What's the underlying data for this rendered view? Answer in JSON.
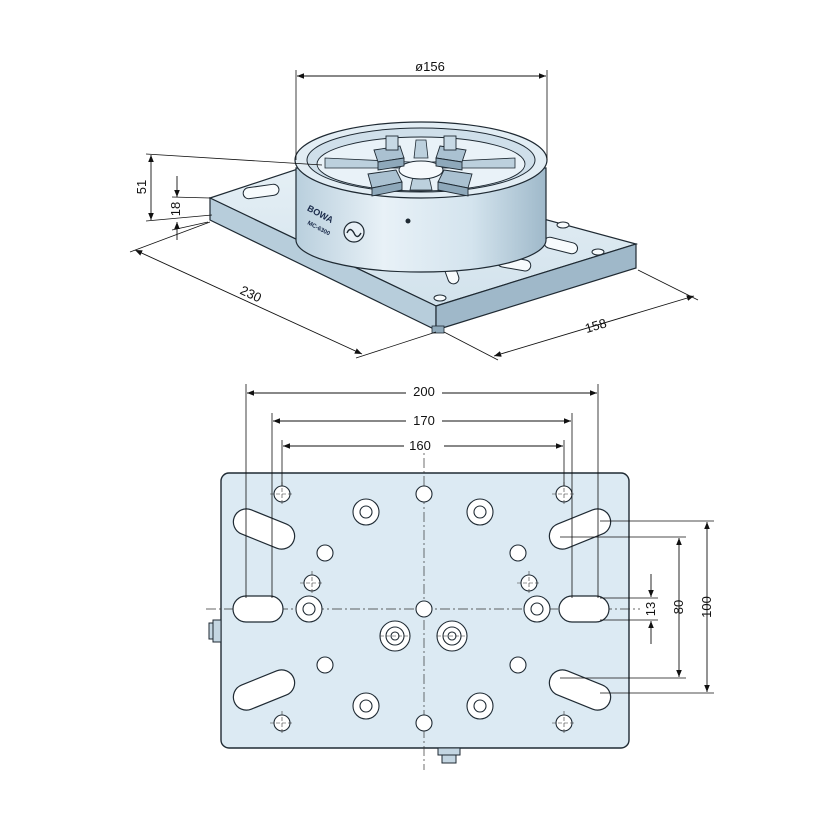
{
  "brand": {
    "name": "BOWA",
    "model": "MC-6300"
  },
  "iso_view": {
    "dims": {
      "diameter": "ø156",
      "height_total": "51",
      "height_base": "18",
      "length": "230",
      "width": "158"
    }
  },
  "plan_view": {
    "dims": {
      "width_200": "200",
      "width_170": "170",
      "width_160": "160",
      "offset_13": "13",
      "height_80": "80",
      "height_100": "100"
    }
  },
  "colors": {
    "body": "#dceaf3",
    "body_light": "#eaf3f9",
    "body_dark": "#a9c3d4",
    "outline": "#1f2a33",
    "slot": "#ffffff"
  }
}
